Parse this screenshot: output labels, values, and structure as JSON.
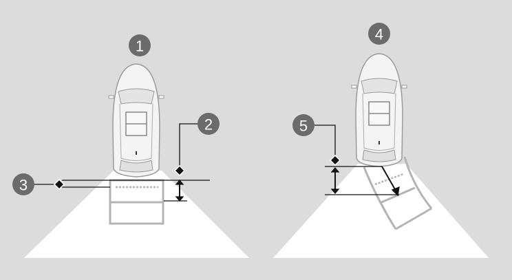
{
  "callouts": {
    "c1": "1",
    "c2": "2",
    "c3": "3",
    "c4": "4",
    "c5": "5"
  },
  "colors": {
    "background": "#dcdcdc",
    "callout": "#6b6b6b",
    "guide": "#b4b4b4",
    "beam": "#ffffff",
    "line": "#111111"
  }
}
